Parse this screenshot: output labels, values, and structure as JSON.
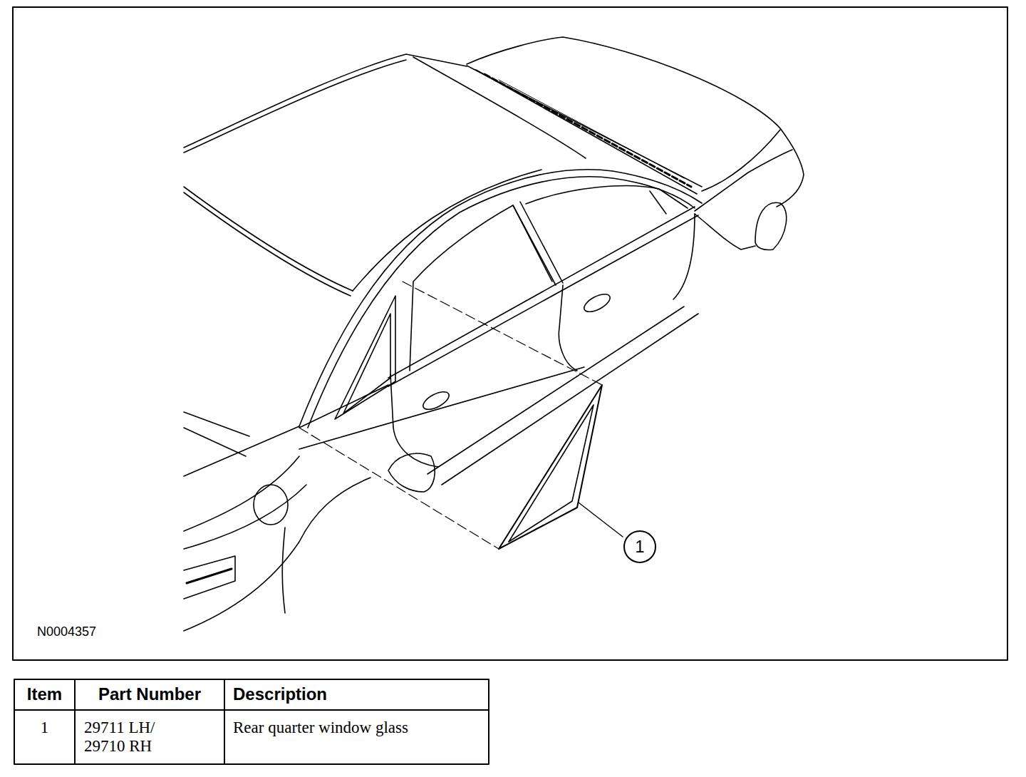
{
  "diagram": {
    "nodes": [
      {
        "text": [
          "1"
        ]
      }
    ],
    "labels": [
      "N0004357",
      "Item",
      "Part Number",
      "Description",
      "1",
      "29711 LH/ 29710 RH",
      "Rear quarter window glass"
    ]
  }
}
